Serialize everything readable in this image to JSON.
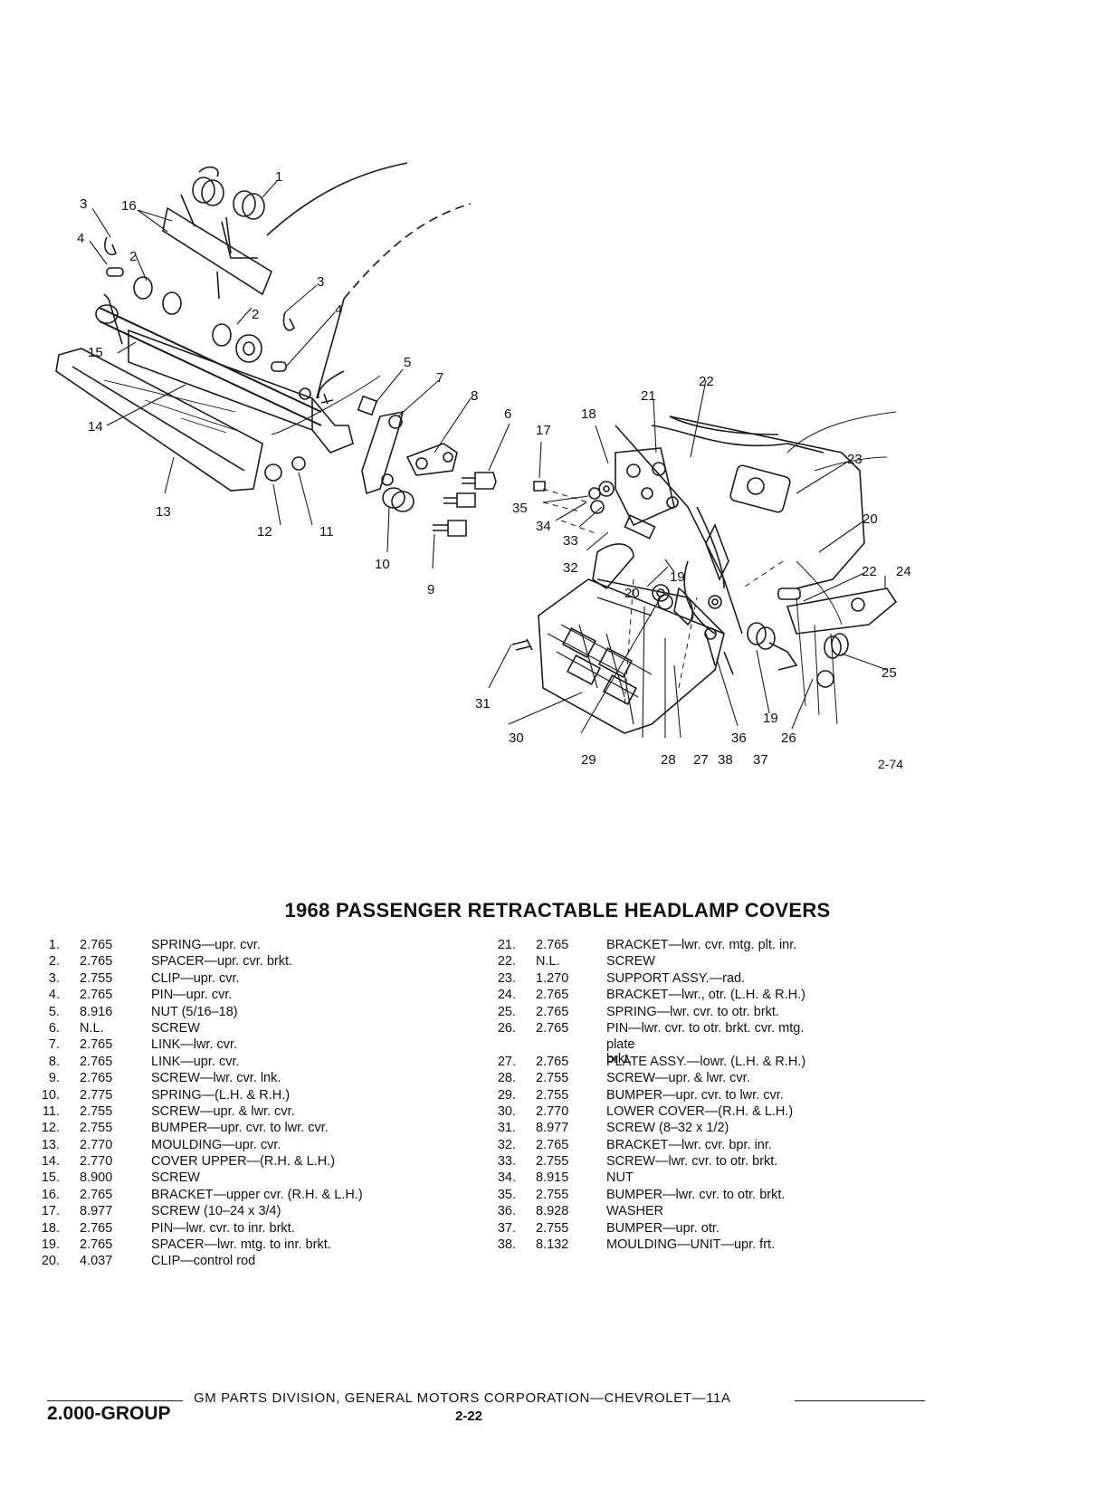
{
  "figure": {
    "code": "2-74",
    "callouts": [
      "1",
      "2",
      "3",
      "4",
      "5",
      "6",
      "7",
      "8",
      "9",
      "10",
      "11",
      "12",
      "13",
      "14",
      "15",
      "16",
      "17",
      "18",
      "19",
      "20",
      "21",
      "22",
      "23",
      "24",
      "25",
      "26",
      "27",
      "28",
      "29",
      "30",
      "31",
      "32",
      "33",
      "34",
      "35",
      "36",
      "37",
      "38"
    ]
  },
  "title": "1968 PASSENGER RETRACTABLE HEADLAMP COVERS",
  "parts_left": [
    {
      "num": "1.",
      "group": "2.765",
      "desc": "SPRING—upr. cvr."
    },
    {
      "num": "2.",
      "group": "2.765",
      "desc": "SPACER—upr. cvr. brkt."
    },
    {
      "num": "3.",
      "group": "2.755",
      "desc": "CLIP—upr. cvr."
    },
    {
      "num": "4.",
      "group": "2.765",
      "desc": "PIN—upr. cvr."
    },
    {
      "num": "5.",
      "group": "8.916",
      "desc": "NUT (5/16–18)"
    },
    {
      "num": "6.",
      "group": "N.L.",
      "desc": "SCREW"
    },
    {
      "num": "7.",
      "group": "2.765",
      "desc": "LINK—lwr. cvr."
    },
    {
      "num": "8.",
      "group": "2.765",
      "desc": "LINK—upr. cvr."
    },
    {
      "num": "9.",
      "group": "2.765",
      "desc": "SCREW—lwr. cvr. lnk."
    },
    {
      "num": "10.",
      "group": "2.775",
      "desc": "SPRING—(L.H. & R.H.)"
    },
    {
      "num": "11.",
      "group": "2.755",
      "desc": "SCREW—upr. & lwr. cvr."
    },
    {
      "num": "12.",
      "group": "2.755",
      "desc": "BUMPER—upr. cvr. to lwr. cvr."
    },
    {
      "num": "13.",
      "group": "2.770",
      "desc": "MOULDING—upr. cvr."
    },
    {
      "num": "14.",
      "group": "2.770",
      "desc": "COVER UPPER—(R.H. & L.H.)"
    },
    {
      "num": "15.",
      "group": "8.900",
      "desc": "SCREW"
    },
    {
      "num": "16.",
      "group": "2.765",
      "desc": "BRACKET—upper cvr. (R.H. & L.H.)"
    },
    {
      "num": "17.",
      "group": "8.977",
      "desc": "SCREW (10–24 x 3/4)"
    },
    {
      "num": "18.",
      "group": "2.765",
      "desc": "PIN—lwr. cvr. to inr. brkt."
    },
    {
      "num": "19.",
      "group": "2.765",
      "desc": "SPACER—lwr. mtg. to inr. brkt."
    },
    {
      "num": "20.",
      "group": "4.037",
      "desc": "CLIP—control rod"
    }
  ],
  "parts_right": [
    {
      "num": "21.",
      "group": "2.765",
      "desc": "BRACKET—lwr. cvr. mtg. plt. inr."
    },
    {
      "num": "22.",
      "group": "N.L.",
      "desc": "SCREW"
    },
    {
      "num": "23.",
      "group": "1.270",
      "desc": "SUPPORT ASSY.—rad."
    },
    {
      "num": "24.",
      "group": "2.765",
      "desc": "BRACKET—lwr., otr. (L.H. & R.H.)"
    },
    {
      "num": "25.",
      "group": "2.765",
      "desc": "SPRING—lwr. cvr. to otr. brkt."
    },
    {
      "num": "26.",
      "group": "2.765",
      "desc": "PIN—lwr. cvr. to otr. brkt. cvr. mtg.",
      "cont": "plate brkt."
    },
    {
      "num": "27.",
      "group": "2.765",
      "desc": "PLATE ASSY.—lowr. (L.H. & R.H.)"
    },
    {
      "num": "28.",
      "group": "2.755",
      "desc": "SCREW—upr. & lwr. cvr."
    },
    {
      "num": "29.",
      "group": "2.755",
      "desc": "BUMPER—upr. cvr. to lwr. cvr."
    },
    {
      "num": "30.",
      "group": "2.770",
      "desc": "LOWER COVER—(R.H. & L.H.)"
    },
    {
      "num": "31.",
      "group": "8.977",
      "desc": "SCREW (8–32 x 1/2)"
    },
    {
      "num": "32.",
      "group": "2.765",
      "desc": "BRACKET—lwr. cvr. bpr. inr."
    },
    {
      "num": "33.",
      "group": "2.755",
      "desc": "SCREW—lwr. cvr. to otr. brkt."
    },
    {
      "num": "34.",
      "group": "8.915",
      "desc": "NUT"
    },
    {
      "num": "35.",
      "group": "2.755",
      "desc": "BUMPER—lwr. cvr. to otr. brkt."
    },
    {
      "num": "36.",
      "group": "8.928",
      "desc": "WASHER"
    },
    {
      "num": "37.",
      "group": "2.755",
      "desc": "BUMPER—upr. otr."
    },
    {
      "num": "38.",
      "group": "8.132",
      "desc": "MOULDING—UNIT—upr. frt."
    }
  ],
  "footer": {
    "text": "GM PARTS DIVISION, GENERAL MOTORS CORPORATION—CHEVROLET—11A",
    "group": "2.000-GROUP",
    "page": "2-22"
  }
}
